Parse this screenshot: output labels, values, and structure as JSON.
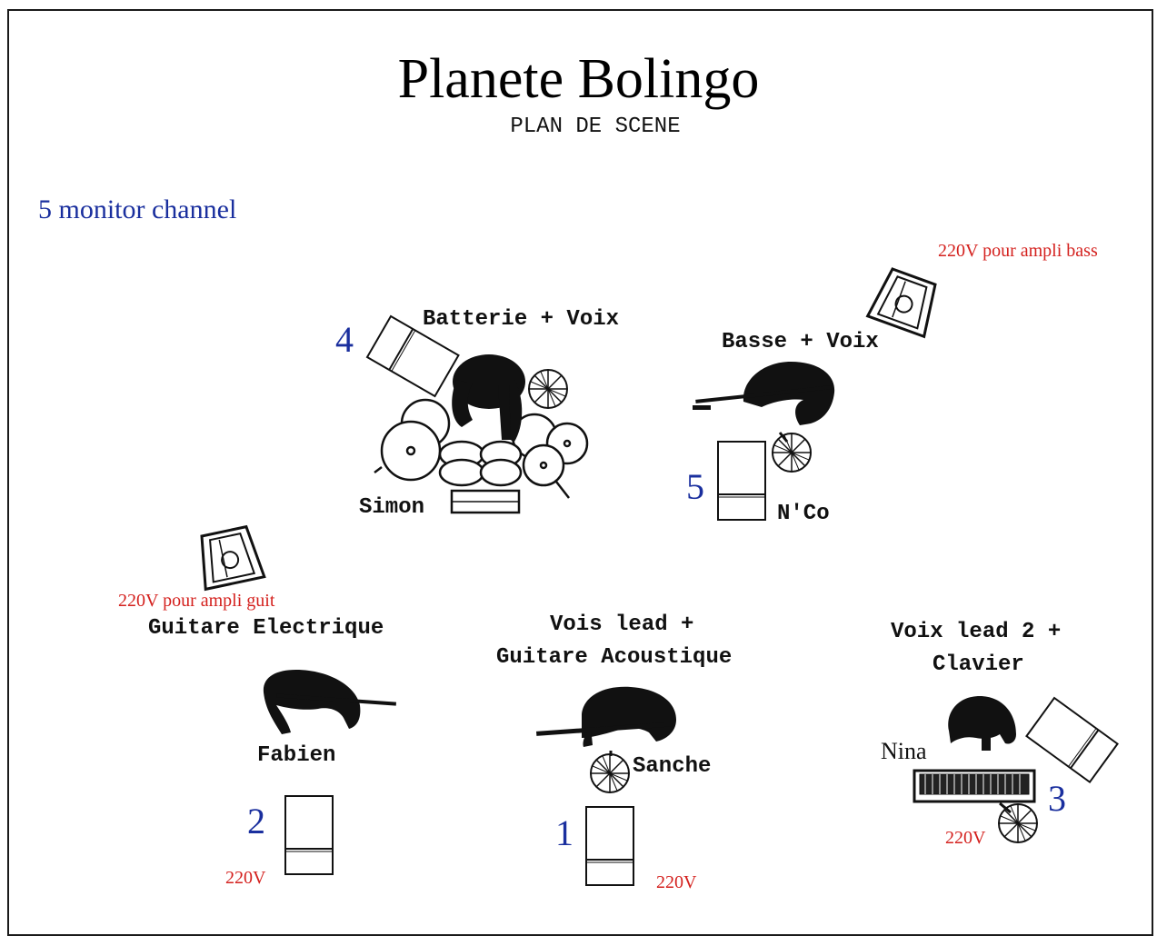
{
  "header": {
    "title": "Planete Bolingo",
    "subtitle": "PLAN DE SCENE"
  },
  "monitor_count": "5 monitor channel",
  "power": {
    "bass_amp": "220V pour ampli bass",
    "guitar_amp": "220V pour ampli guit",
    "monitor_2": "220V",
    "monitor_1": "220V",
    "keys": "220V"
  },
  "stations": {
    "drums": {
      "role": "Batterie + Voix",
      "musician": "Simon",
      "monitor": "4"
    },
    "bass": {
      "role": "Basse + Voix",
      "musician": "N'Co",
      "monitor": "5"
    },
    "guitar": {
      "role": "Guitare Electrique",
      "musician": "Fabien",
      "monitor": "2"
    },
    "lead": {
      "role_line1": "Vois lead +",
      "role_line2": "Guitare Acoustique",
      "musician": "Sanche",
      "monitor": "1"
    },
    "keys": {
      "role_line1": "Voix lead 2 +",
      "role_line2": "Clavier",
      "musician": "Nina",
      "monitor": "3"
    }
  },
  "colors": {
    "channel_numbers": "#1a2f9e",
    "power_notes": "#d4211e",
    "silhouettes": "#111111"
  }
}
